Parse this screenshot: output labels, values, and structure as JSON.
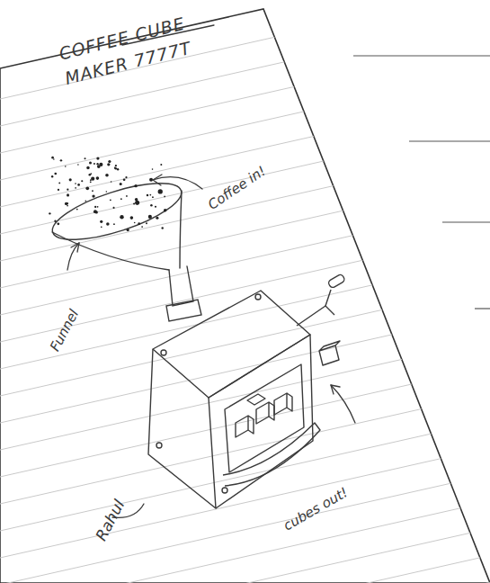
{
  "diagram": {
    "title": "COFFEE CUBE MAKER 7777T",
    "labels": [
      "Coffee in!",
      "Funnel",
      "cubes out!",
      "Rahul"
    ]
  }
}
